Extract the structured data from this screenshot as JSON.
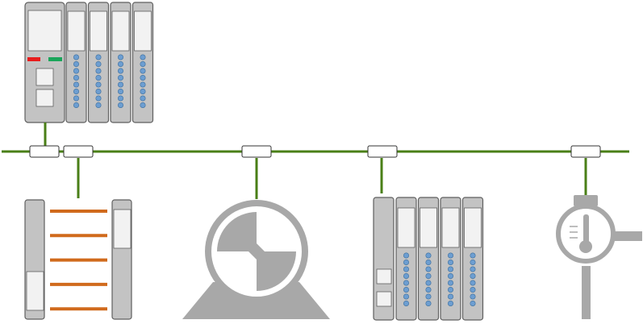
{
  "colors": {
    "bus": "#4a7f17",
    "module_body": "#c3c3c3",
    "module_outline": "#5f5f5f",
    "module_face": "#f2f2f2",
    "led": "#6d9ed1",
    "led_outline": "#3d6f9e",
    "status_red": "#e81c1c",
    "status_green": "#1aa55a",
    "conveyor_rod": "#d06a1c",
    "machine_gray": "#a8a8a8",
    "tap_fill": "#ffffff",
    "background": "#ffffff"
  },
  "icons": {
    "controller": "plc-rack-icon",
    "conveyor": "roller-conveyor-icon",
    "motor": "fan-motor-icon",
    "remote_io": "remote-io-rack-icon",
    "sensor": "thermometer-gauge-icon",
    "tap": "bus-tap-connector-icon"
  },
  "devices": [
    {
      "id": "plc-controller",
      "icon": "plc-rack-icon",
      "io_modules": 4,
      "leds_per_module": 8
    },
    {
      "id": "roller-conveyor",
      "icon": "roller-conveyor-icon",
      "rollers": 5
    },
    {
      "id": "fan-motor",
      "icon": "fan-motor-icon"
    },
    {
      "id": "remote-io-station",
      "icon": "remote-io-rack-icon",
      "io_modules": 4,
      "leds_per_module": 8
    },
    {
      "id": "temperature-gauge",
      "icon": "thermometer-gauge-icon"
    }
  ],
  "bus_taps": 5
}
